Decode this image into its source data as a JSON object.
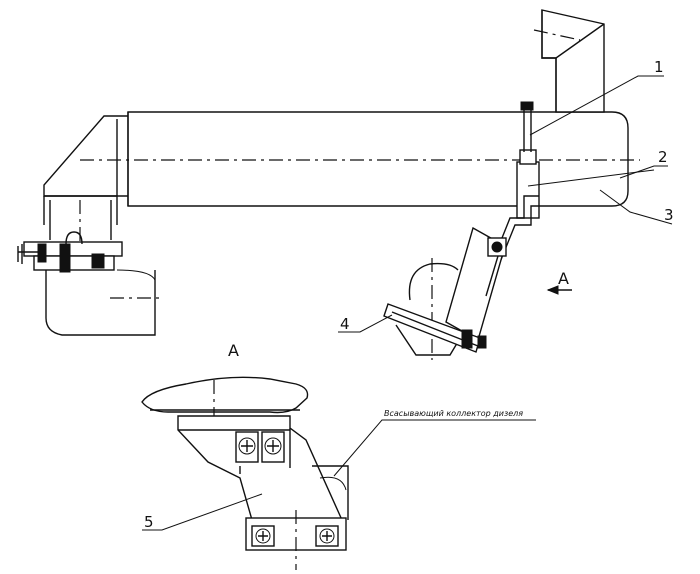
{
  "callouts": {
    "c1": "1",
    "c2": "2",
    "c3": "3",
    "c4": "4",
    "c5": "5"
  },
  "view": {
    "view_letter": "A",
    "arrow_letter": "A"
  },
  "note": {
    "intake_manifold": "Всасывающий коллектор дизеля"
  }
}
